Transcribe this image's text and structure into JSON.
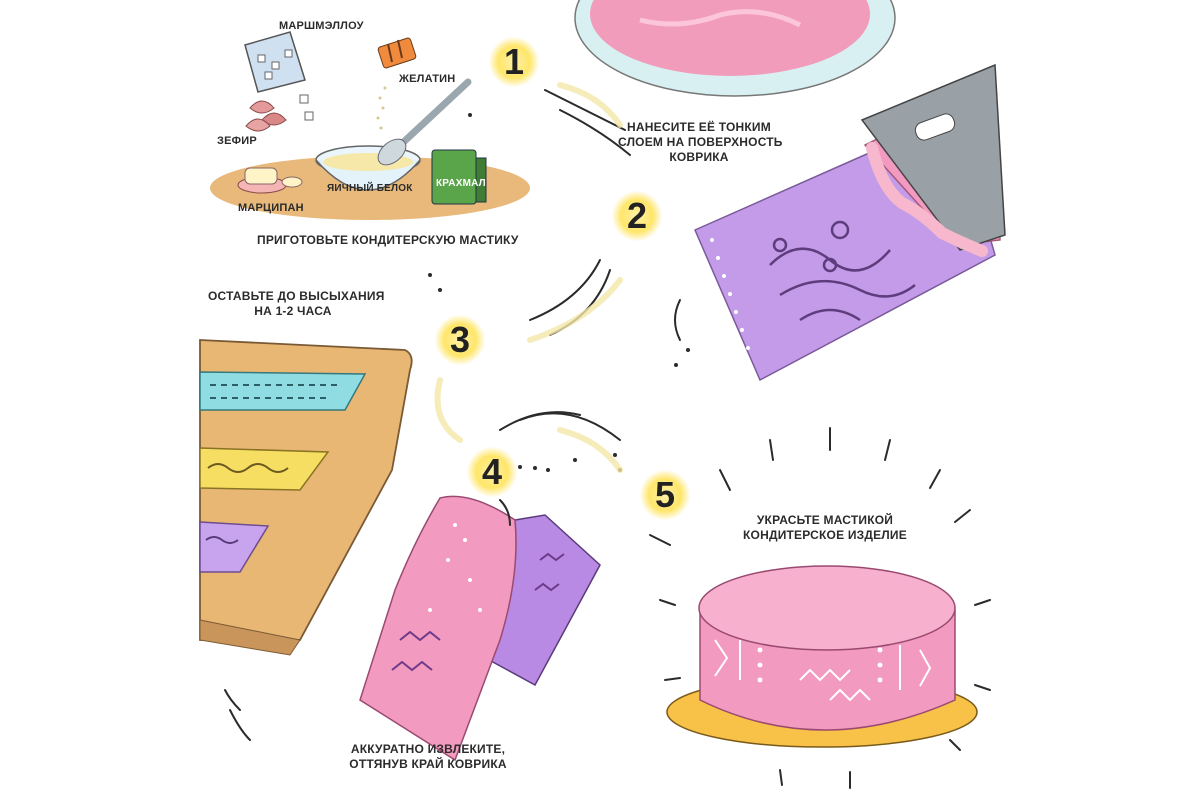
{
  "steps": [
    {
      "number": "1",
      "text": "Приготовьте кондитерскую мастику"
    },
    {
      "number": "2",
      "text_lines": [
        "Нанесите её тонким",
        "слоем на поверхность",
        "коврика"
      ]
    },
    {
      "number": "3",
      "text_lines": [
        "Оставьте до высыхания",
        "на 1-2 часа"
      ]
    },
    {
      "number": "4",
      "text_lines": [
        "Аккуратно извлеките,",
        "оттянув край коврика"
      ]
    },
    {
      "number": "5",
      "text_lines": [
        "Украсьте мастикой",
        "кондитерское изделие"
      ]
    }
  ],
  "ingredients": {
    "marshmallow": "Маршмэллоу",
    "gelatin": "Желатин",
    "zefir": "Зефир",
    "egg_white": "Яичный белок",
    "starch": "Крахмал",
    "marzipan": "Марципан"
  },
  "colors": {
    "pink": "#f39ac0",
    "purple": "#c49be8",
    "teal": "#8fdde2",
    "yellow": "#f6de63",
    "board": "#e9b774",
    "number_glow": "#ffe66a"
  }
}
